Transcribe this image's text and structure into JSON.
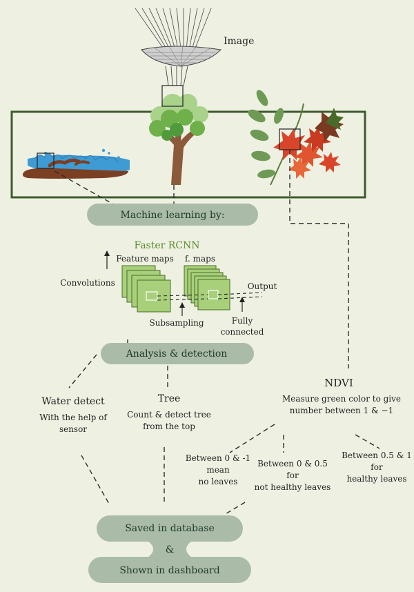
{
  "labels": {
    "image": "Image",
    "ml": "Machine learning by:",
    "faster_rcnn": "Faster RCNN",
    "feature_maps": "Feature maps",
    "f_maps": "f. maps",
    "convolutions": "Convolutions",
    "output": "Output",
    "subsampling": "Subsampling",
    "fully_1": "Fully",
    "fully_2": "connected",
    "analysis": "Analysis & detection",
    "ndvi": "NDVI",
    "ndvi_desc_1": "Measure green color to give",
    "ndvi_desc_2": "number between 1 & −1",
    "water": "Water detect",
    "water_desc_1": "With the help of",
    "water_desc_2": "sensor",
    "tree": "Tree",
    "tree_desc_1": "Count & detect tree",
    "tree_desc_2": "from the top",
    "b1_1": "Between 0 & -1",
    "b1_2": "mean",
    "b1_3": "no leaves",
    "b2_1": "Between 0 & 0.5",
    "b2_2": "for",
    "b2_3": "not healthy leaves",
    "b3_1": "Between 0.5 & 1",
    "b3_2": "for",
    "b3_3": "healthy leaves",
    "saved": "Saved in database",
    "amp": "&",
    "shown": "Shown in dashboard"
  },
  "colors": {
    "pill": "#aabca8",
    "frame": "#3e5a2e",
    "feature_map": "#a8d07a",
    "leaf_green": "#6fa64b",
    "leaf_red": "#d9452b",
    "water": "#3f9bd4",
    "soil": "#7b3f23",
    "trunk": "#8a5a3a"
  }
}
